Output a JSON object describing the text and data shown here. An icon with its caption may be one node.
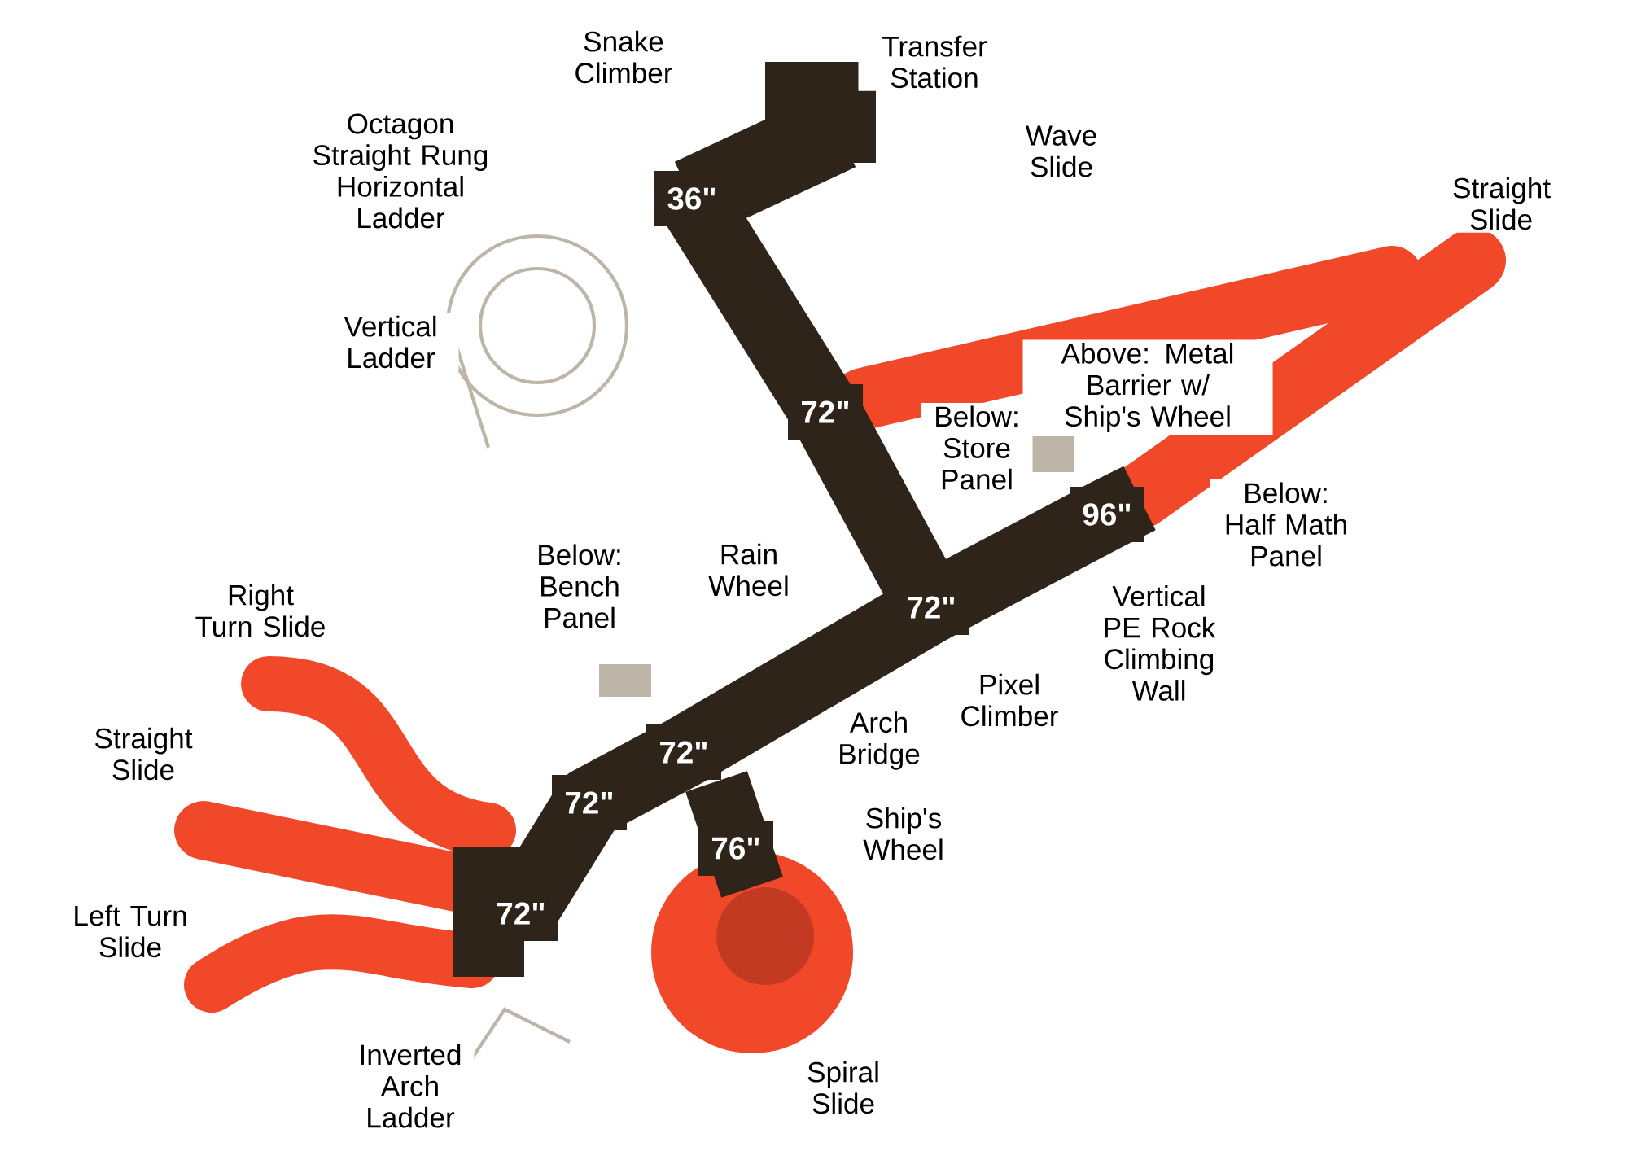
{
  "diagram": {
    "nodes": [
      {
        "text": [
          "36\""
        ]
      },
      {
        "text": [
          "72\""
        ]
      },
      {
        "text": [
          "96\""
        ]
      },
      {
        "text": [
          "72\""
        ]
      },
      {
        "text": [
          "72\""
        ]
      },
      {
        "text": [
          "72\""
        ]
      },
      {
        "text": [
          "76\""
        ]
      },
      {
        "text": [
          "72\""
        ]
      }
    ],
    "labels": [
      "Snake Climber",
      "Transfer Station",
      "Octagon Straight Rung Horizontal Ladder",
      "Wave Slide",
      "Straight Slide",
      "Vertical Ladder",
      "Above: Metal Barrier w/ Ship's Wheel",
      "Below: Store Panel",
      "Below: Half Math Panel",
      "Right Turn Slide",
      "Below: Bench Panel",
      "Rain Wheel",
      "Vertical PE Rock Climbing Wall",
      "Pixel Climber",
      "Straight Slide",
      "Arch Bridge",
      "Ship's Wheel",
      "Left Turn Slide",
      "Inverted Arch Ladder",
      "Spiral Slide"
    ]
  }
}
